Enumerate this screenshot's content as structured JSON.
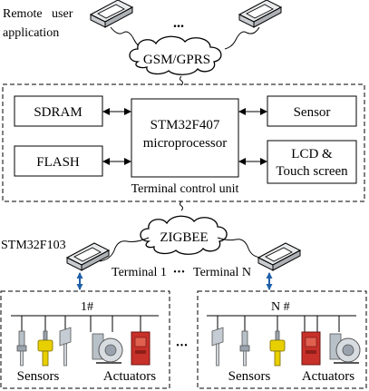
{
  "remote": {
    "line1": "Remote   user",
    "line2": "application"
  },
  "networks": {
    "gsm": "GSM/GPRS",
    "zigbee": "ZIGBEE"
  },
  "ellipsis": "...",
  "ellipsis_dots": "•••",
  "terminal_unit": {
    "caption": "Terminal control unit",
    "cpu_line1": "STM32F407",
    "cpu_line2": "microprocessor",
    "sdram": "SDRAM",
    "flash": "FLASH",
    "sensor": "Sensor",
    "lcd_line1": "LCD &",
    "lcd_line2": "Touch screen"
  },
  "node_mcu": "STM32F103",
  "terminals": {
    "first": "Terminal 1",
    "last": "Terminal N"
  },
  "groups": {
    "g1": {
      "id": "1#",
      "sensors": "Sensors",
      "actuators": "Actuators"
    },
    "gN": {
      "id": "N #",
      "sensors": "Sensors",
      "actuators": "Actuators"
    }
  },
  "colors": {
    "link": "#1f5fa8",
    "yellow": "#e8d000",
    "red": "#c8302a",
    "gray": "#9aa3ad"
  }
}
